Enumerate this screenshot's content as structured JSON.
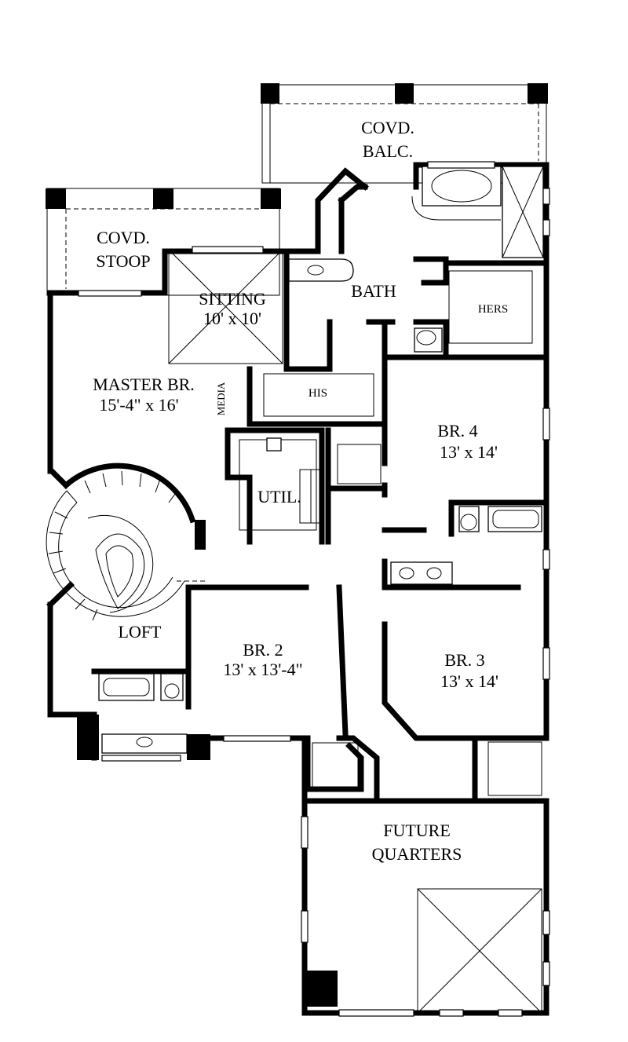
{
  "rooms": {
    "balcony": {
      "name_line1": "COVD.",
      "name_line2": "BALC."
    },
    "stoop": {
      "name_line1": "COVD.",
      "name_line2": "STOOP"
    },
    "sitting": {
      "name": "SITTING",
      "size": "10' x 10'"
    },
    "bath": {
      "name": "BATH"
    },
    "hers": {
      "name": "HERS"
    },
    "his": {
      "name": "HIS"
    },
    "master": {
      "name": "MASTER BR.",
      "size": "15'-4\" x 16'"
    },
    "media": {
      "name": "MEDIA"
    },
    "util": {
      "name": "UTIL."
    },
    "br4": {
      "name": "BR. 4",
      "size": "13' x 14'"
    },
    "loft": {
      "name": "LOFT"
    },
    "br2": {
      "name": "BR. 2",
      "size": "13' x 13'-4\""
    },
    "br3": {
      "name": "BR. 3",
      "size": "13' x 14'"
    },
    "future": {
      "name_line1": "FUTURE",
      "name_line2": "QUARTERS"
    }
  },
  "style": {
    "line_color": "#000000",
    "background": "#ffffff"
  }
}
